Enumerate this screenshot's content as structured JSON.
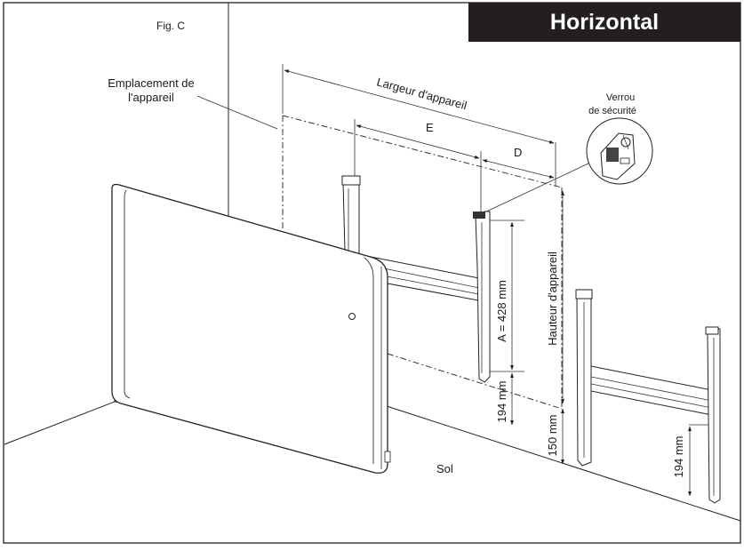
{
  "banner": {
    "title": "Horizontal"
  },
  "figure": {
    "fig_label": "Fig. C",
    "location_label_line1": "Emplacement de",
    "location_label_line2": "l'appareil",
    "width_label": "Largeur d'appareil",
    "dim_e": "E",
    "dim_d": "D",
    "lock_label_line1": "Verrou",
    "lock_label_line2": "de sécurité",
    "height_label": "Hauteur d'appareil",
    "dim_a": "A = 428 mm",
    "dim_194_mid": "194 mm",
    "dim_150": "150 mm",
    "dim_194_right": "194 mm",
    "floor_label": "Sol"
  },
  "colors": {
    "banner_bg": "#231f20",
    "banner_text": "#ffffff",
    "line": "#222222"
  }
}
